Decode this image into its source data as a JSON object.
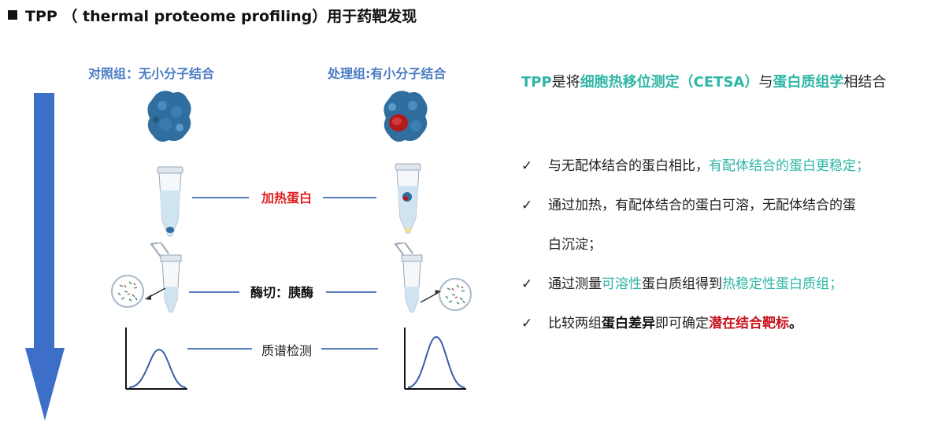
{
  "title": "TPP （ thermal proteome profiling）用于药靶发现",
  "control_label": "对照组：无小分子结合",
  "treatment_label": "处理组:有小分子结合",
  "steps": {
    "heat": "加热蛋白",
    "digest": "酶切：胰酶",
    "ms": "质谱检测"
  },
  "summary": {
    "p1": "TPP",
    "p2": "是将",
    "p3": "细胞热移位测定（CETSA）",
    "p4": "与",
    "p5": "蛋白质组学",
    "p6": "相结合"
  },
  "bullets": {
    "check": "✓",
    "b1": {
      "a": "与无配体结合的蛋白相比，",
      "b": "有配体结合的蛋白更稳定；"
    },
    "b2": {
      "a": "通过加热，有配体结合的蛋白可溶，无配体结合的蛋",
      "cont": "白沉淀；"
    },
    "b3": {
      "a": "通过测量",
      "b": "可溶性",
      "c": "蛋白质组得到",
      "d": "热稳定性蛋白质组；"
    },
    "b4": {
      "a": "比较两组",
      "b": "蛋白差异",
      "c": "即可确定",
      "d": "潜在结合靶标",
      "e": "。"
    }
  },
  "colors": {
    "arrow": "#3e6fc8",
    "group_label": "#4a7cc4",
    "teal": "#2fb6a6",
    "red_highlight": "#c8141e",
    "heat_label": "#e02020",
    "protein": "#2f6e9e",
    "ligand": "#b31b1b"
  }
}
